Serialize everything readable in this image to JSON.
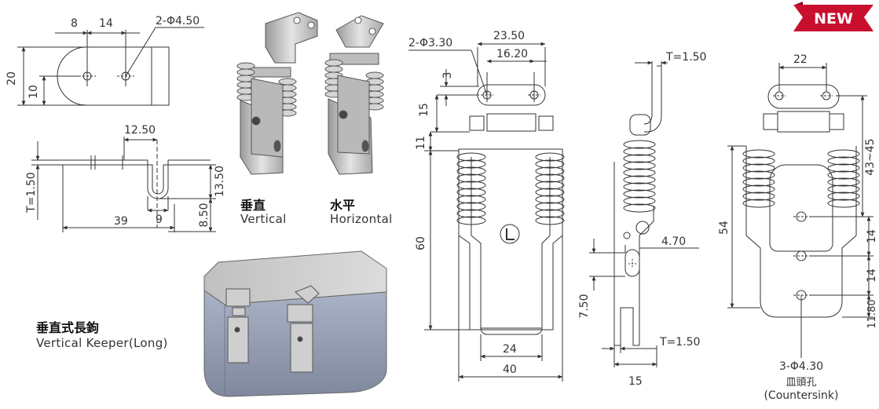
{
  "badge": {
    "label": "NEW",
    "color": "#c8102e"
  },
  "captions": {
    "vertical_cn": "垂直",
    "vertical_en": "Vertical",
    "horizontal_cn": "水平",
    "horizontal_en": "Horizontal",
    "keeper_cn": "垂直式長鉤",
    "keeper_en": "Vertical Keeper(Long)"
  },
  "keeper_top": {
    "dim_8": "8",
    "dim_14": "14",
    "holes": "2-Φ4.50",
    "dim_20": "20",
    "dim_10": "10"
  },
  "keeper_side": {
    "dim_12_50": "12.50",
    "thickness": "T=1.50",
    "dim_13_50": "13.50",
    "dim_9": "9",
    "dim_8_50": "8.50",
    "dim_39": "39"
  },
  "front_view": {
    "holes": "2-Φ3.30",
    "dim_23_50": "23.50",
    "dim_16_20": "16.20",
    "dim_3": "3",
    "dim_15": "15",
    "dim_11": "11",
    "dim_60": "60",
    "dim_24": "24",
    "dim_40": "40"
  },
  "side_view": {
    "thickness_top": "T=1.50",
    "dim_4_70": "4.70",
    "dim_7_50": "7.50",
    "thickness_bottom": "T=1.50",
    "dim_15": "15"
  },
  "rear_view": {
    "dim_22": "22",
    "dim_43_45": "43~45",
    "dim_54": "54",
    "dim_14a": "14",
    "dim_14b": "14",
    "dim_11_80": "11.80",
    "holes": "3-Φ4.30",
    "holes_cn": "皿頭孔",
    "holes_en": "(Countersink)"
  },
  "colors": {
    "line": "#333333",
    "metal": "#c9c9c9",
    "metal_dark": "#8a8a8a",
    "box_top": "#c8c8c8",
    "box_side": "#9aa3b8"
  }
}
